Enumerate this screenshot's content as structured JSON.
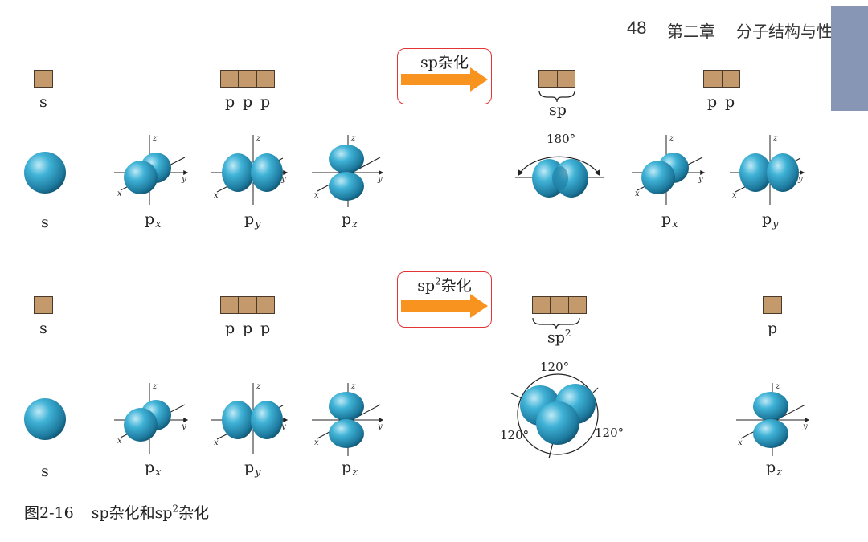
{
  "header": {
    "page_number": "48",
    "chapter": "第二章",
    "section": "分子结构与性质"
  },
  "rows": {
    "sp": {
      "label": "sp杂化",
      "box_labels": {
        "s": "s",
        "p1": "p",
        "p2": "p",
        "p3": "p",
        "hybrid": "sp",
        "rem1": "p",
        "rem2": "p"
      },
      "orbital_labels": {
        "s": "s",
        "px": "p",
        "px_sub": "x",
        "py": "p",
        "py_sub": "y",
        "pz": "p",
        "pz_sub": "z",
        "rx": "p",
        "rx_sub": "x",
        "ry": "p",
        "ry_sub": "y"
      },
      "angle": "180°"
    },
    "sp2": {
      "label_base": "sp",
      "label_sup": "2",
      "label_tail": "杂化",
      "box_labels": {
        "s": "s",
        "p1": "p",
        "p2": "p",
        "p3": "p",
        "hybrid": "sp",
        "hybrid_sup": "2",
        "rem": "p"
      },
      "orbital_labels": {
        "s": "s",
        "px": "p",
        "px_sub": "x",
        "py": "p",
        "py_sub": "y",
        "pz": "p",
        "pz_sub": "z",
        "rz": "p",
        "rz_sub": "z"
      },
      "angle_top": "120°",
      "angle_left": "120°",
      "angle_right": "120°"
    }
  },
  "axes": {
    "x": "x",
    "y": "y",
    "z": "z"
  },
  "caption": {
    "fig": "图2-16",
    "a": "sp杂化和sp",
    "sup": "2",
    "b": "杂化"
  },
  "colors": {
    "box_fill": "#c49a6c",
    "box_border": "#4a3a2c",
    "arrow": "#f7931e",
    "frame": "#e23434",
    "orbital": "#2a93b8",
    "tab": "#8796b5"
  }
}
